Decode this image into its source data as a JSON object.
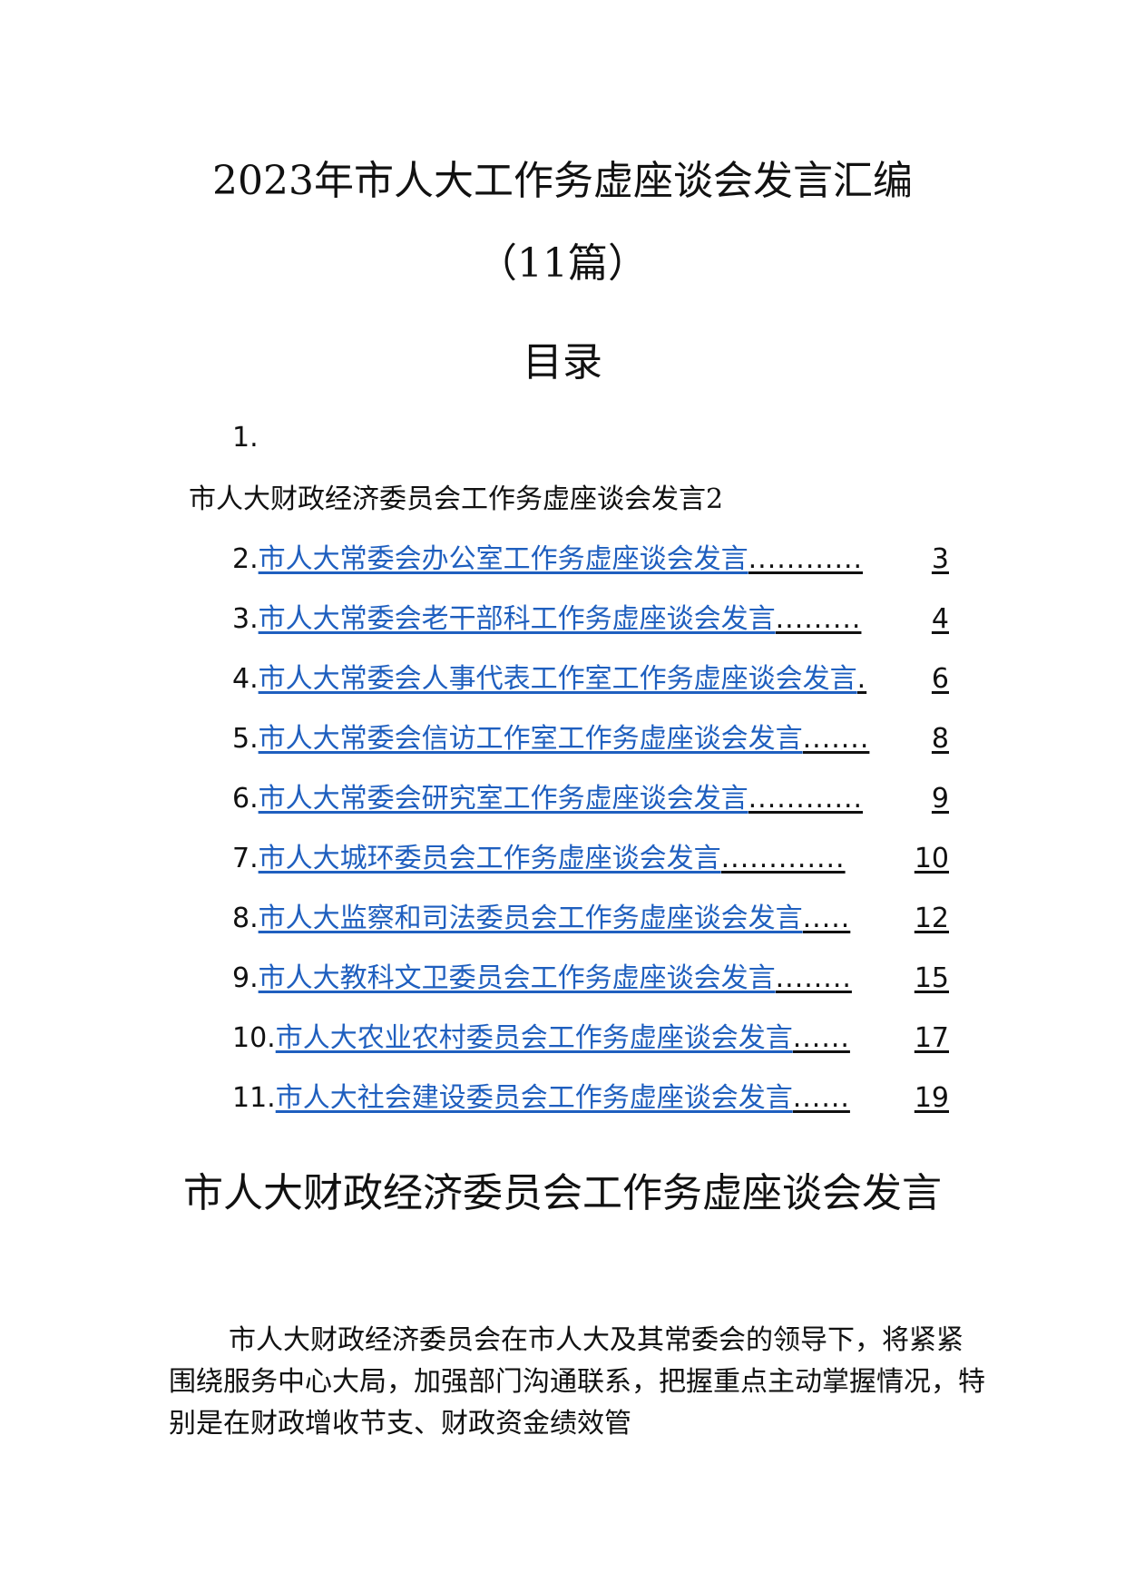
{
  "doc_title": {
    "line1_year": "2023",
    "line1_text": "年市人大工作务虚座谈会发言汇编",
    "line2_open": "（",
    "line2_num": "11",
    "line2_text": "篇）"
  },
  "toc": {
    "heading": "目录",
    "first_item": {
      "num": "1.",
      "title": "市人大财政经济委员会工作务虚座谈会发言",
      "page": "2"
    },
    "items": [
      {
        "num": "2.",
        "title": "市人大常委会办公室工作务虚座谈会发言",
        "dots": "............",
        "page": "3"
      },
      {
        "num": "3.",
        "title": "市人大常委会老干部科工作务虚座谈会发言",
        "dots": ".........",
        "page": "4"
      },
      {
        "num": "4.",
        "title": "市人大常委会人事代表工作室工作务虚座谈会发言",
        "dots": ".",
        "page": "6"
      },
      {
        "num": "5.",
        "title": "市人大常委会信访工作室工作务虚座谈会发言",
        "dots": ".......",
        "page": "8"
      },
      {
        "num": "6.",
        "title": "市人大常委会研究室工作务虚座谈会发言",
        "dots": "............",
        "page": "9"
      },
      {
        "num": "7.",
        "title": "市人大城环委员会工作务虚座谈会发言",
        "dots": ".............",
        "page": "10"
      },
      {
        "num": "8.",
        "title": "市人大监察和司法委员会工作务虚座谈会发言",
        "dots": ".....",
        "page": "12"
      },
      {
        "num": "9.",
        "title": "市人大教科文卫委员会工作务虚座谈会发言",
        "dots": "........",
        "page": "15"
      },
      {
        "num": "10.",
        "title": "市人大农业农村委员会工作务虚座谈会发言",
        "dots": "......",
        "page": "17"
      },
      {
        "num": "11.",
        "title": "市人大社会建设委员会工作务虚座谈会发言",
        "dots": "......",
        "page": "19"
      }
    ]
  },
  "section": {
    "title": "市人大财政经济委员会工作务虚座谈会发言",
    "paragraph": "市人大财政经济委员会在市人大及其常委会的领导下，将紧紧围绕服务中心大局，加强部门沟通联系，把握重点主动掌握情况，特别是在财政增收节支、财政资金绩效管"
  },
  "colors": {
    "link": "#1f5fbf",
    "text": "#111111"
  }
}
